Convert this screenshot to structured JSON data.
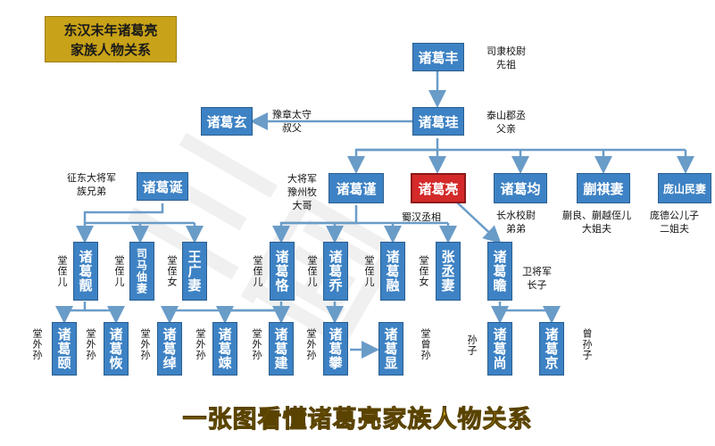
{
  "title": {
    "line1": "东汉末年诸葛亮",
    "line2": "家族人物关系"
  },
  "footer": "一张图看懂诸葛亮家族人物关系",
  "colors": {
    "node": "#3d82c4",
    "highlight": "#d42a2a",
    "title_bg": "#c8a218",
    "footer": "#e6b800"
  },
  "nodes": {
    "feng": "诸葛丰",
    "xuan": "诸葛玄",
    "gui": "诸葛珪",
    "dan": "诸葛诞",
    "jin": "诸葛谨",
    "liang": "诸葛亮",
    "jun": "诸葛均",
    "kuaiqi": "蒯祺妻",
    "pangshan": "庞山民妻",
    "jing": "诸葛靓",
    "simazhou": "司马伷妻",
    "wangguang": "王广妻",
    "ke": "诸葛恪",
    "qiao": "诸葛乔",
    "rong": "诸葛融",
    "zhangcheng": "张丞妻",
    "zhan": "诸葛瞻",
    "yi": "诸葛颐",
    "hui": "诸葛恢",
    "chuo": "诸葛绰",
    "song": "诸葛竦",
    "jian": "诸葛建",
    "pan": "诸葛攀",
    "xian": "诸葛显",
    "shang": "诸葛尚",
    "jing2": "诸葛京"
  },
  "notes": {
    "feng": "司隶校尉\n先祖",
    "xuan": "豫章太守\n叔父",
    "gui": "泰山郡丞\n父亲",
    "dan": "征东大将军\n族兄弟",
    "jin": "大将军\n豫州牧\n大哥",
    "liang": "蜀汉丞相",
    "jun": "长水校尉\n弟弟",
    "kuaiqi": "蒯良、蒯越侄儿\n大姐夫",
    "pangshan": "庞德公儿子\n二姐夫",
    "jing": "堂侄儿",
    "simazhou": "堂侄儿",
    "wangguang": "堂侄女",
    "ke": "堂侄儿",
    "qiao": "堂侄儿",
    "rong": "堂侄儿",
    "zhangcheng": "堂侄女",
    "zhan": "卫将军\n长子",
    "yi": "堂外孙",
    "hui": "堂外孙",
    "chuo": "堂外孙",
    "song": "堂外孙",
    "jian": "堂外孙",
    "pan": "堂外孙",
    "xian": "堂曾孙",
    "shang": "孙子",
    "jing2": "曾孙子"
  }
}
